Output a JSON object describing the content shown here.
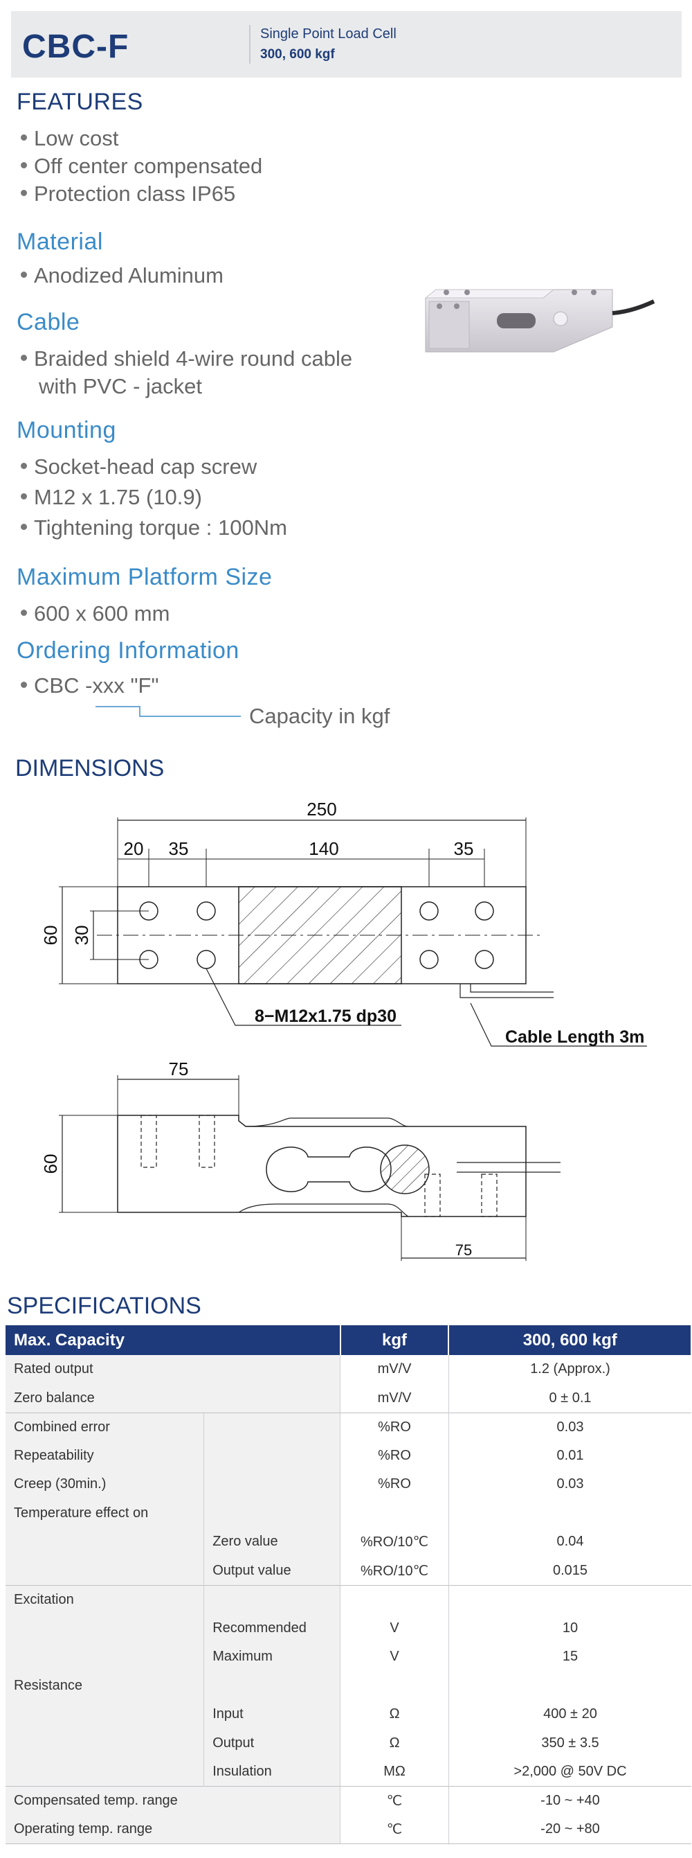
{
  "header": {
    "model": "CBC-F",
    "type": "Single Point Load Cell",
    "capacity": "300, 600 kgf"
  },
  "features": {
    "title": "FEATURES",
    "items": [
      "Low cost",
      "Off center compensated",
      "Protection class IP65"
    ]
  },
  "material": {
    "title": "Material",
    "items": [
      "Anodized Aluminum"
    ]
  },
  "cable": {
    "title": "Cable",
    "line1": "Braided shield 4-wire round cable",
    "line2": "with PVC - jacket"
  },
  "mounting": {
    "title": "Mounting",
    "items": [
      "Socket-head cap screw",
      "M12 x 1.75 (10.9)",
      "Tightening torque : 100Nm"
    ]
  },
  "platform": {
    "title": "Maximum Platform Size",
    "items": [
      "600 x 600 mm"
    ]
  },
  "ordering": {
    "title": "Ordering Information",
    "code": "CBC -xxx \"F\"",
    "capacity_label": "Capacity in kgf"
  },
  "dimensions": {
    "title": "DIMENSIONS",
    "top_view": {
      "length": "250",
      "d20": "20",
      "d35a": "35",
      "d140": "140",
      "d35b": "35",
      "height60": "60",
      "spacing30": "30",
      "hole_spec": "8−M12x1.75 dp30",
      "cable_length": "Cable Length 3m"
    },
    "side_view": {
      "d75top": "75",
      "height60": "60",
      "d75bottom": "75"
    }
  },
  "specifications": {
    "title": "SPECIFICATIONS",
    "headers": [
      "Max. Capacity",
      "kgf",
      "300, 600 kgf"
    ],
    "rows": [
      {
        "label": "Rated output",
        "sub": "",
        "unit": "mV/V",
        "value": "1.2 (Approx.)"
      },
      {
        "label": "Zero balance",
        "sub": "",
        "unit": "mV/V",
        "value": "0 ± 0.1"
      },
      {
        "label": "Combined error",
        "sub": "",
        "unit": "%RO",
        "value": "0.03"
      },
      {
        "label": "Repeatability",
        "sub": "",
        "unit": "%RO",
        "value": "0.01"
      },
      {
        "label": "Creep (30min.)",
        "sub": "",
        "unit": "%RO",
        "value": "0.03"
      },
      {
        "label": "Temperature effect on",
        "sub": "",
        "unit": "",
        "value": ""
      },
      {
        "label": "",
        "sub": "Zero value",
        "unit": "%RO/10℃",
        "value": "0.04"
      },
      {
        "label": "",
        "sub": "Output  value",
        "unit": "%RO/10℃",
        "value": "0.015"
      },
      {
        "label": "Excitation",
        "sub": "",
        "unit": "",
        "value": ""
      },
      {
        "label": "",
        "sub": "Recommended",
        "unit": "V",
        "value": "10"
      },
      {
        "label": "",
        "sub": "Maximum",
        "unit": "V",
        "value": "15"
      },
      {
        "label": "Resistance",
        "sub": "",
        "unit": "",
        "value": ""
      },
      {
        "label": "",
        "sub": "Input",
        "unit": "Ω",
        "value": "400 ± 20"
      },
      {
        "label": "",
        "sub": "Output",
        "unit": "Ω",
        "value": "350 ± 3.5"
      },
      {
        "label": "",
        "sub": "Insulation",
        "unit": "MΩ",
        "value": ">2,000 @ 50V DC"
      },
      {
        "label": "Compensated temp. range",
        "sub": "",
        "unit": "℃",
        "value": "-10 ~ +40"
      },
      {
        "label": "Operating temp. range",
        "sub": "",
        "unit": "℃",
        "value": "-20 ~ +80"
      }
    ]
  }
}
